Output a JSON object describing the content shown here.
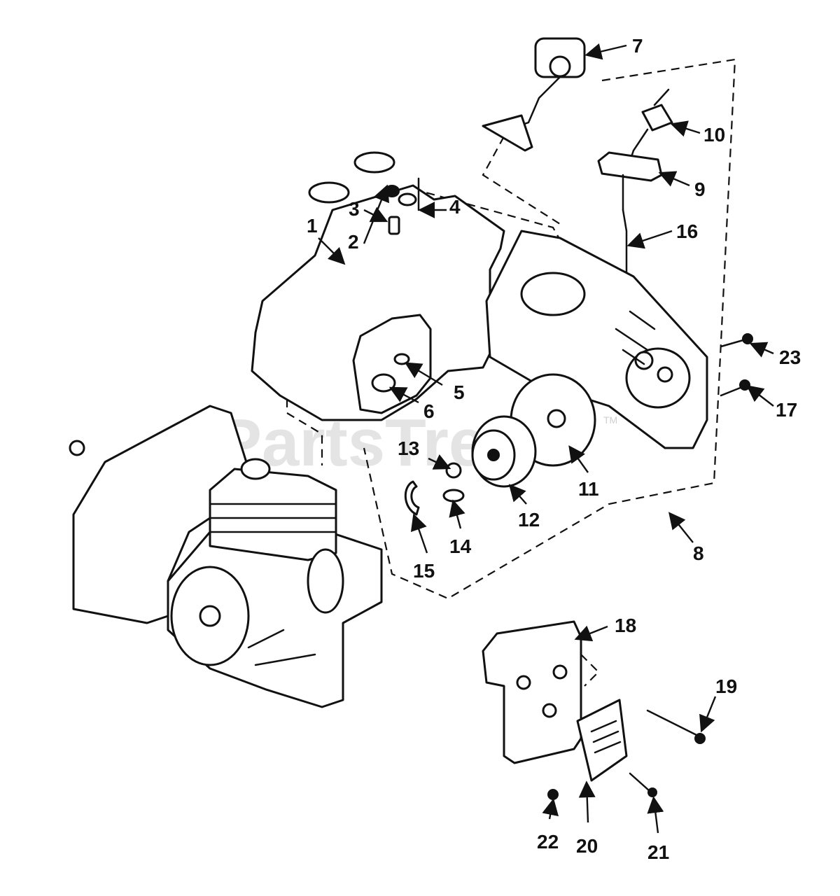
{
  "watermark": {
    "text": "PartsTree",
    "trademark": "TM"
  },
  "callouts": [
    "1",
    "2",
    "3",
    "4",
    "5",
    "6",
    "7",
    "8",
    "9",
    "10",
    "11",
    "12",
    "13",
    "14",
    "15",
    "16",
    "17",
    "18",
    "19",
    "20",
    "21",
    "22",
    "23"
  ],
  "colors": {
    "ink": "#111111",
    "paper": "#ffffff",
    "watermark": "#cfcfcf"
  }
}
